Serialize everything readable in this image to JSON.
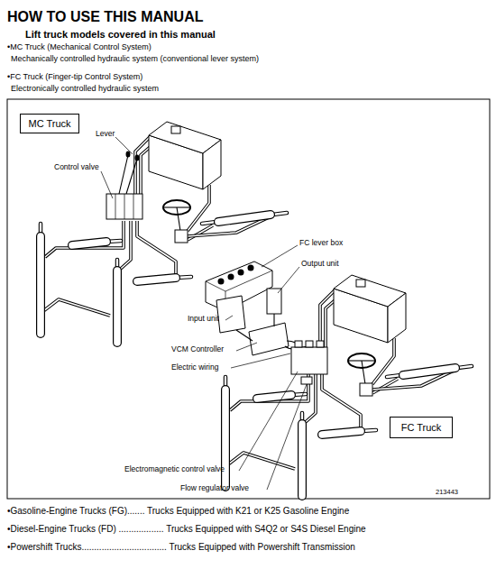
{
  "diagram": {
    "title": "HOW TO USE THIS MANUAL",
    "nodes": [
      {
        "text": [
          "MC Truck"
        ]
      },
      {
        "text": [
          "FC Truck"
        ]
      }
    ],
    "labels": [
      "Lift truck models covered in this manual",
      "•MC Truck (Mechanical Control System)",
      "Mechanically controlled hydraulic system (conventional lever system)",
      "•FC Truck (Finger-tip Control System)",
      "Electronically controlled hydraulic system",
      "Lever",
      "Control valve",
      "FC lever box",
      "Output unit",
      "Input unit",
      "VCM Controller",
      "Electric wiring",
      "Electromagnetic control valve",
      "Flow regulator valve",
      "213443",
      "•Gasoline-Engine Trucks (FG)....... Trucks Equipped with K21 or K25 Gasoline Engine",
      "•Diesel-Engine Trucks (FD) .................. Trucks Equipped with S4Q2 or S4S Diesel Engine",
      "•Powershift Trucks.................................. Trucks Equipped with Powershift Transmission"
    ]
  }
}
